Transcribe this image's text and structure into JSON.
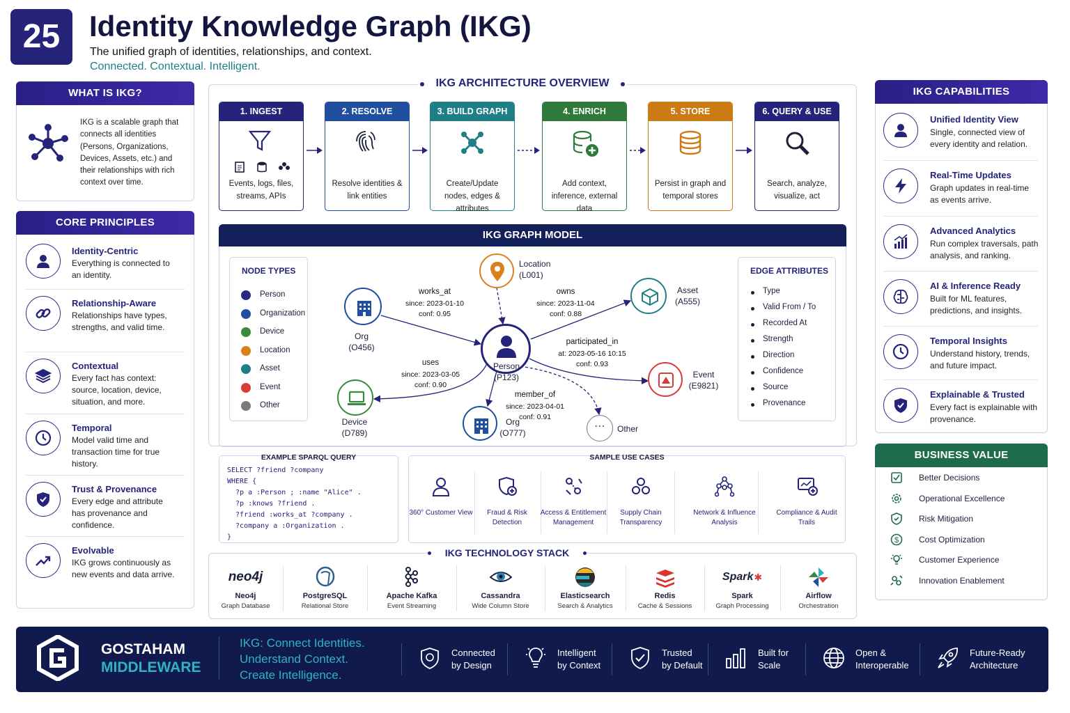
{
  "header": {
    "number": "25",
    "title": "Identity Knowledge Graph (IKG)",
    "subtitle": "The unified graph of identities, relationships, and context.",
    "tagline": "Connected. Contextual. Intelligent."
  },
  "what_is": {
    "title": "WHAT IS IKG?",
    "text": "IKG is a scalable graph that connects all identities (Persons, Organizations, Devices, Assets, etc.) and their relationships with rich context over time."
  },
  "principles": {
    "title": "CORE PRINCIPLES",
    "items": [
      {
        "name": "Identity-Centric",
        "desc": "Everything is connected to an identity."
      },
      {
        "name": "Relationship-Aware",
        "desc": "Relationships have types, strengths, and valid time."
      },
      {
        "name": "Contextual",
        "desc": "Every fact has context: source, location, device, situation, and more."
      },
      {
        "name": "Temporal",
        "desc": "Model valid time and transaction time for true history."
      },
      {
        "name": "Trust & Provenance",
        "desc": "Every edge and attribute has provenance and confidence."
      },
      {
        "name": "Evolvable",
        "desc": "IKG grows continuously as new events and data arrive."
      }
    ]
  },
  "arch": {
    "title": "IKG ARCHITECTURE OVERVIEW",
    "steps": [
      {
        "label": "1. INGEST",
        "text": "Events, logs, files, streams, APIs"
      },
      {
        "label": "2. RESOLVE",
        "text": "Resolve identities & link entities"
      },
      {
        "label": "3. BUILD GRAPH",
        "text": "Create/Update nodes, edges & attributes"
      },
      {
        "label": "4. ENRICH",
        "text": "Add context, inference, external data"
      },
      {
        "label": "5. STORE",
        "text": "Persist in graph and temporal stores"
      },
      {
        "label": "6. QUERY & USE",
        "text": "Search, analyze, visualize, act"
      }
    ]
  },
  "model": {
    "title": "IKG GRAPH MODEL",
    "node_types_title": "NODE TYPES",
    "node_types": [
      {
        "name": "Person",
        "color": "#2a2a84"
      },
      {
        "name": "Organization",
        "color": "#1f4f9e"
      },
      {
        "name": "Device",
        "color": "#3a8a3e"
      },
      {
        "name": "Location",
        "color": "#d9821c"
      },
      {
        "name": "Asset",
        "color": "#1f7f86"
      },
      {
        "name": "Event",
        "color": "#d93a3a"
      },
      {
        "name": "Other",
        "color": "#7a7a7a"
      }
    ],
    "edge_attr_title": "EDGE ATTRIBUTES",
    "edge_attrs": [
      "Type",
      "Valid From / To",
      "Recorded At",
      "Strength",
      "Direction",
      "Confidence",
      "Source",
      "Provenance"
    ],
    "nodes": {
      "location": "Location (L001)",
      "asset": "Asset (A555)",
      "org1": "Org (O456)",
      "person": "Person (P123)",
      "event": "Event (E9821)",
      "device": "Device (D789)",
      "org2": "Org (O777)",
      "other": "Other"
    },
    "edges": {
      "works_at": [
        "works_at",
        "since: 2023-01-10",
        "conf: 0.95"
      ],
      "owns": [
        "owns",
        "since: 2023-11-04",
        "conf: 0.88"
      ],
      "participated": [
        "participated_in",
        "at:  2023-05-16 10:15",
        "conf: 0.93"
      ],
      "uses": [
        "uses",
        "since: 2023-03-05",
        "conf: 0.90"
      ],
      "member": [
        "member_of",
        "since: 2023-04-01",
        "conf: 0.91"
      ]
    }
  },
  "sparql": {
    "title": "EXAMPLE SPARQL QUERY",
    "lines": [
      "SELECT ?friend ?company",
      "WHERE {",
      "  ?p a :Person ; :name \"Alice\" .",
      "  ?p :knows ?friend .",
      "  ?friend :works_at ?company .",
      "  ?company a :Organization .",
      "}"
    ]
  },
  "use_cases": {
    "title": "SAMPLE USE CASES",
    "items": [
      "360° Customer View",
      "Fraud & Risk Detection",
      "Access & Entitlement Management",
      "Supply Chain Transparency",
      "Network & Influence Analysis",
      "Compliance & Audit Trails"
    ]
  },
  "stack": {
    "title": "IKG TECHNOLOGY STACK",
    "items": [
      {
        "name": "Neo4j",
        "desc": "Graph Database",
        "logo": "neo4j"
      },
      {
        "name": "PostgreSQL",
        "desc": "Relational Store",
        "logo": ""
      },
      {
        "name": "Apache Kafka",
        "desc": "Event Streaming",
        "logo": ""
      },
      {
        "name": "Cassandra",
        "desc": "Wide Column Store",
        "logo": ""
      },
      {
        "name": "Elasticsearch",
        "desc": "Search & Analytics",
        "logo": ""
      },
      {
        "name": "Redis",
        "desc": "Cache & Sessions",
        "logo": ""
      },
      {
        "name": "Spark",
        "desc": "Graph Processing",
        "logo": "Spark"
      },
      {
        "name": "Airflow",
        "desc": "Orchestration",
        "logo": ""
      }
    ]
  },
  "capabilities": {
    "title": "IKG CAPABILITIES",
    "items": [
      {
        "name": "Unified Identity View",
        "desc": "Single, connected view of every identity and relation."
      },
      {
        "name": "Real-Time Updates",
        "desc": "Graph updates in real-time as events arrive."
      },
      {
        "name": "Advanced Analytics",
        "desc": "Run complex traversals, path analysis, and ranking."
      },
      {
        "name": "AI & Inference Ready",
        "desc": "Built for ML features, predictions, and insights."
      },
      {
        "name": "Temporal Insights",
        "desc": "Understand history, trends, and future impact."
      },
      {
        "name": "Explainable & Trusted",
        "desc": "Every fact is explainable with provenance."
      }
    ]
  },
  "business": {
    "title": "BUSINESS VALUE",
    "items": [
      "Better Decisions",
      "Operational Excellence",
      "Risk Mitigation",
      "Cost Optimization",
      "Customer Experience",
      "Innovation Enablement"
    ]
  },
  "footer": {
    "brand1": "GOSTAHAM",
    "brand2": "MIDDLEWARE",
    "slogan": [
      "IKG: Connect Identities.",
      "Understand Context.",
      "Create Intelligence."
    ],
    "items": [
      [
        "Connected",
        "by Design"
      ],
      [
        "Intelligent",
        "by Context"
      ],
      [
        "Trusted",
        "by Default"
      ],
      [
        "Built for",
        "Scale"
      ],
      [
        "Open &",
        "Interoperable"
      ],
      [
        "Future-Ready",
        "Architecture"
      ]
    ]
  },
  "colors": {
    "navy": "#25237a",
    "teal": "#1f7f86",
    "green": "#1f6b4e",
    "orange": "#d9821c",
    "footer": "#111a4d"
  }
}
